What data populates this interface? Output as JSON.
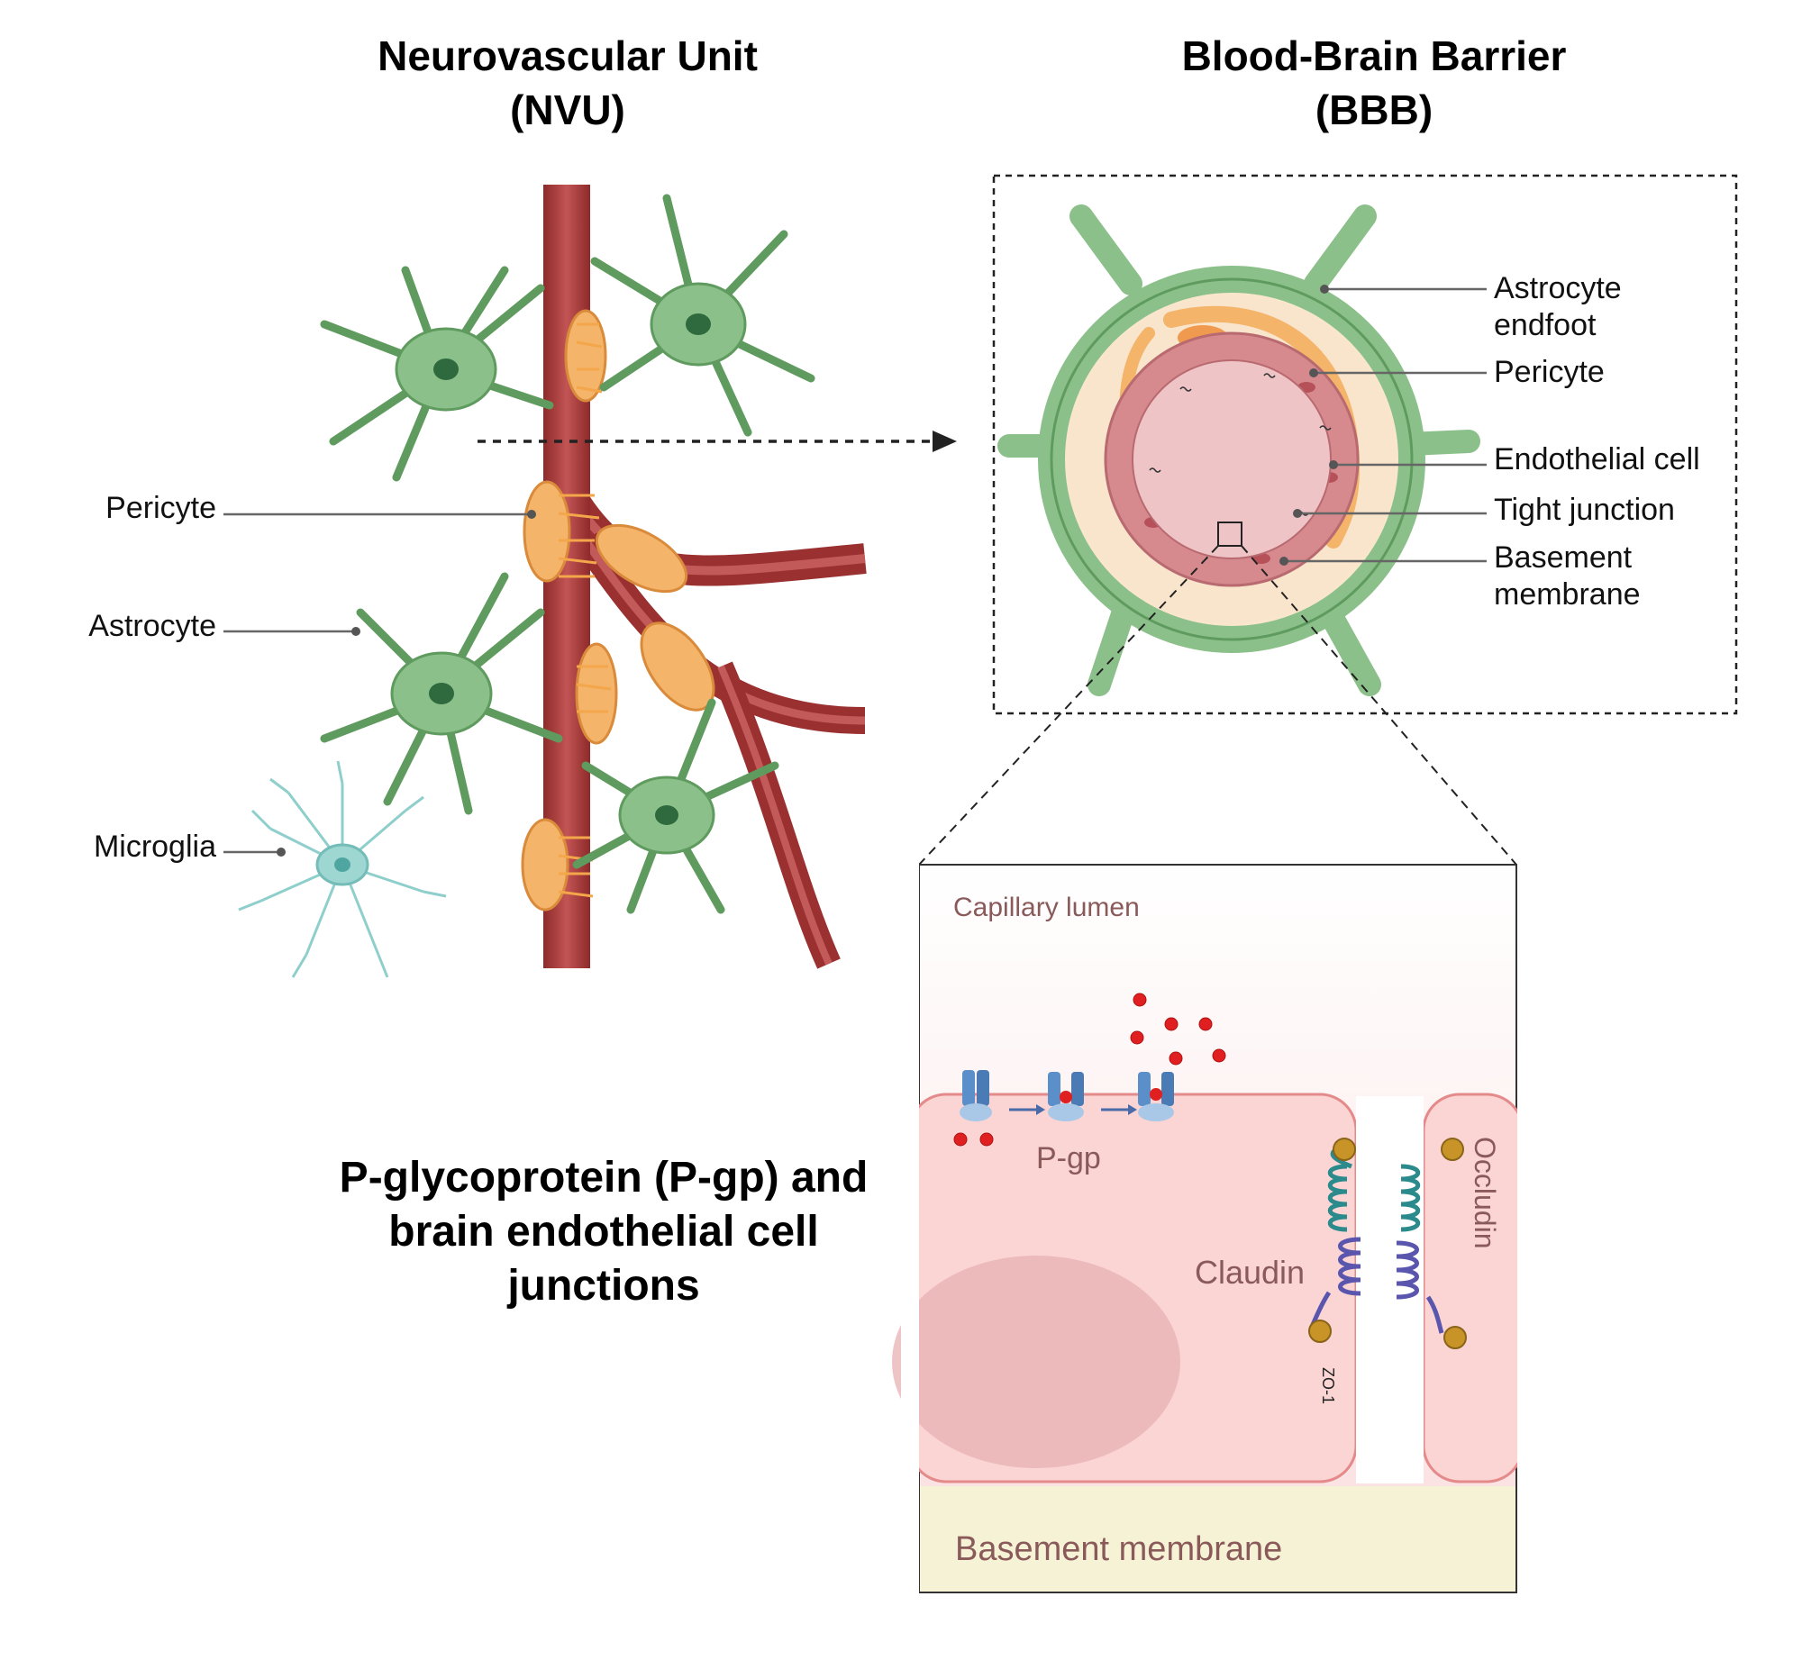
{
  "titles": {
    "nvu_line1": "Neurovascular Unit",
    "nvu_line2": "(NVU)",
    "bbb_line1": "Blood-Brain Barrier",
    "bbb_line2": "(BBB)",
    "pgp_line1": "P-glycoprotein (P-gp) and",
    "pgp_line2": "brain endothelial cell",
    "pgp_line3": "junctions"
  },
  "nvu_labels": {
    "pericyte": "Pericyte",
    "astrocyte": "Astrocyte",
    "microglia": "Microglia"
  },
  "bbb_labels": {
    "astrocyte_line1": "Astrocyte",
    "astrocyte_line2": "endfoot",
    "pericyte": "Pericyte",
    "endothelial": "Endothelial cell",
    "tight_junction": "Tight junction",
    "basement_line1": "Basement",
    "basement_line2": "membrane"
  },
  "junction_panel": {
    "capillary_lumen": "Capillary lumen",
    "pgp": "P-gp",
    "claudin": "Claudin",
    "occludin": "Occludin",
    "zo1": "ZO-1",
    "basement_membrane": "Basement membrane"
  },
  "colors": {
    "vessel": "#a83a3a",
    "astrocyte": "#8cc08a",
    "pericyte": "#f4b46a",
    "microglia": "#9ed6d2",
    "endothelial": "#d68a8e",
    "basement": "#f5f2d6",
    "cell_pink": "#fbd4d4"
  }
}
